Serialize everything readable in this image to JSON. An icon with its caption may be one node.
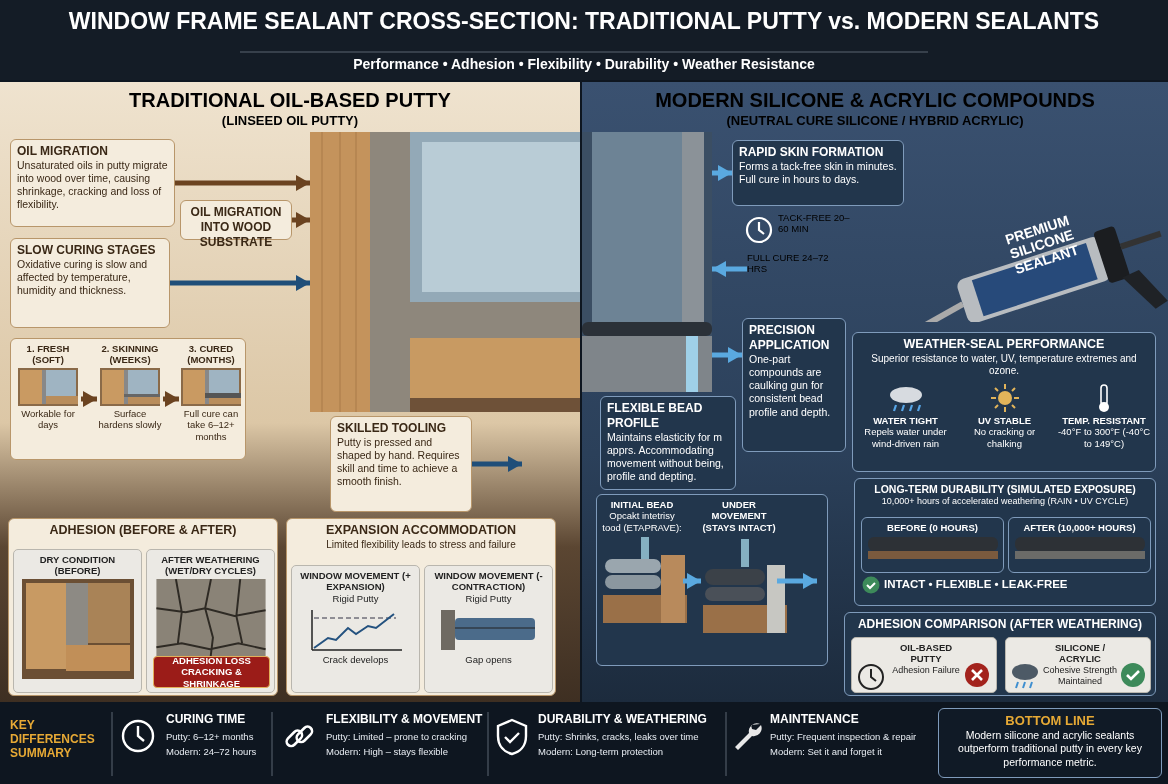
{
  "diagram": {
    "title": "WINDOW FRAME SEALANT CROSS-SECTION: TRADITIONAL PUTTY vs. MODERN SEALANTS",
    "nodes": [
      {
        "text": [
          "TRADITIONAL OIL-BASED PUTTY",
          "(LINSEED OIL PUTTY)"
        ]
      },
      {
        "text": [
          "OIL MIGRATION",
          "Unsaturated oils in putty migrate into wood over time, causing shrinkage, cracking and loss of flexibility."
        ],
        "in": 0
      },
      {
        "text": [
          "OIL MIGRATION INTO WOOD SUBSTRATE"
        ],
        "in": 0
      },
      {
        "text": [],
        "shape": "picture",
        "in": 0
      },
      {
        "text": [
          "SLOW CURING STAGES",
          "Oxidative curing is slow and affected by temperature, humidity and thickness."
        ],
        "in": 0
      },
      {
        "text": [],
        "shape": "box",
        "in": 0
      },
      {
        "text": [
          "1. FRESH (SOFT)",
          "Workable for days"
        ],
        "in": 5
      },
      {
        "text": [
          "2. SKINNING (WEEKS)",
          "Surface hardens slowly"
        ],
        "in": 5
      },
      {
        "text": [
          "3. CURED (MONTHS)",
          "Full cure can take 6–12+ months"
        ],
        "in": 5
      },
      {
        "text": [
          "SKILLED TOOLING",
          "Putty is pressed and shaped by hand. Requires skill and time to achieve a smooth finish."
        ],
        "in": 0
      },
      {
        "text": [
          "ADHESION (BEFORE & AFTER)"
        ],
        "in": 0
      },
      {
        "text": [
          "DRY CONDITION (BEFORE)"
        ],
        "in": 10
      },
      {
        "text": [
          "AFTER WEATHERING (WET/DRY CYCLES)"
        ],
        "in": 10
      },
      {
        "text": [
          "ADHESION LOSS CRACKING & SHRINKAGE"
        ],
        "in": 12
      },
      {
        "text": [
          "EXPANSION ACCOMMODATION",
          "Limited flexibility leads to stress and failure"
        ],
        "in": 0
      },
      {
        "text": [
          "WINDOW MOVEMENT (+ EXPANSION)",
          "Rigid Putty",
          "Crack develops"
        ],
        "in": 14
      },
      {
        "text": [
          "WINDOW MOVEMENT (- CONTRACTION)",
          "Rigid Putty",
          "Gap opens"
        ],
        "in": 14
      },
      {
        "text": [
          "MODERN SILICONE & ACRYLIC COMPOUNDS",
          "(NEUTRAL CURE SILICONE / HYBRID ACRYLIC)"
        ]
      },
      {
        "text": [],
        "shape": "picture",
        "in": 17
      },
      {
        "text": [
          "RAPID SKIN FORMATION",
          "Forms a tack-free skin in minutes. Full cure in hours to days."
        ],
        "in": 17
      },
      {
        "text": [
          "TACK-FREE 20–60 MIN"
        ],
        "in": 17
      },
      {
        "text": [
          "FULL CURE 24–72 HRS"
        ],
        "in": 17
      },
      {
        "text": [
          "PREMIUM SILICONE SEALANT"
        ],
        "in": 17
      },
      {
        "text": [
          "PRECISION APPLICATION",
          "One-part compounds are caulking gun for consistent bead profile and depth."
        ],
        "in": 17
      },
      {
        "text": [
          "FLEXIBLE BEAD PROFILE",
          "Maintains elasticity for m apprs. Accommodating movement without being, profile and depting."
        ],
        "in": 17
      },
      {
        "text": [
          "WEATHER-SEAL PERFORMANCE",
          "Superior resistance to water, UV, temperature extremes and ozone."
        ],
        "in": 17
      },
      {
        "text": [
          "WATER TIGHT",
          "Repels water under wind-driven rain"
        ],
        "in": 25
      },
      {
        "text": [
          "UV STABLE",
          "No cracking or chalking"
        ],
        "in": 25
      },
      {
        "text": [
          "TEMP. RESISTANT",
          "-40°F to 300°F (-40°C to 149°C)"
        ],
        "in": 25
      },
      {
        "text": [],
        "shape": "box",
        "in": 17
      },
      {
        "text": [
          "INITIAL BEAD",
          "Opcakt intetrisy tood (ETAPRAVE):"
        ],
        "in": 29
      },
      {
        "text": [
          "UNDER MOVEMENT (STAYS INTACT)"
        ],
        "in": 29
      },
      {
        "text": [
          "LONG-TERM DURABILITY (SIMULATED EXPOSURE)",
          "10,000+ hours of accelerated weathering (RAIN • UV CYCLE)"
        ],
        "in": 17
      },
      {
        "text": [
          "BEFORE (0 HOURS)"
        ],
        "in": 32
      },
      {
        "text": [
          "AFTER (10,000+ HOURS)"
        ],
        "in": 32
      },
      {
        "text": [
          "ADHESION COMPARISON (AFTER WEATHERING)"
        ],
        "in": 17
      },
      {
        "text": [
          "OIL-BASED PUTTY",
          "Adhesion Failure"
        ],
        "in": 35
      },
      {
        "text": [
          "SILICONE / ACRYLIC",
          "Cohesive Strength Maintained"
        ],
        "in": 35
      },
      {
        "text": [
          "BOTTOM LINE",
          "Modern silicone and acrylic sealants outperform traditional putty in every key performance metric."
        ]
      }
    ],
    "edges": [
      {
        "from": 1,
        "to": 3,
        "arrow": "to",
        "color": "#6b4320"
      },
      {
        "from": 2,
        "to": 3,
        "arrow": "to",
        "color": "#6b4320"
      },
      {
        "from": 4,
        "to": 3,
        "arrow": "to",
        "color": "#1f4e79"
      },
      {
        "from": 6,
        "to": 7,
        "arrow": "to",
        "color": "#6b4320"
      },
      {
        "from": 7,
        "to": 8,
        "arrow": "to",
        "color": "#6b4320"
      },
      {
        "from": 9,
        "to": null,
        "arrow": "to",
        "color": "#1f4e79"
      },
      {
        "from": 18,
        "to": 19,
        "arrow": "to"
      },
      {
        "from": 21,
        "to": 18,
        "arrow": "to"
      },
      {
        "from": 18,
        "to": 23,
        "arrow": "to"
      },
      {
        "from": 30,
        "to": 31,
        "arrow": "to"
      },
      {
        "from": 31,
        "to": null,
        "arrow": "to"
      }
    ],
    "labels": [
      "Performance • Adhesion • Flexibility • Durability • Weather Resistance",
      "INTACT • FLEXIBLE • LEAK-FREE",
      "KEY DIFFERENCES SUMMARY",
      "CURING TIME",
      "Putty: 6–12+ months",
      "Modern: 24–72 hours",
      "FLEXIBILITY & MOVEMENT",
      "Putty: Limited – prone to cracking",
      "Modern: High – stays flexible",
      "DURABILITY & WEATHERING",
      "Putty: Shrinks, cracks, leaks over time",
      "Modern: Long-term protection",
      "MAINTENANCE",
      "Putty: Frequent inspection & repair",
      "Modern: Set it and forget it"
    ]
  }
}
